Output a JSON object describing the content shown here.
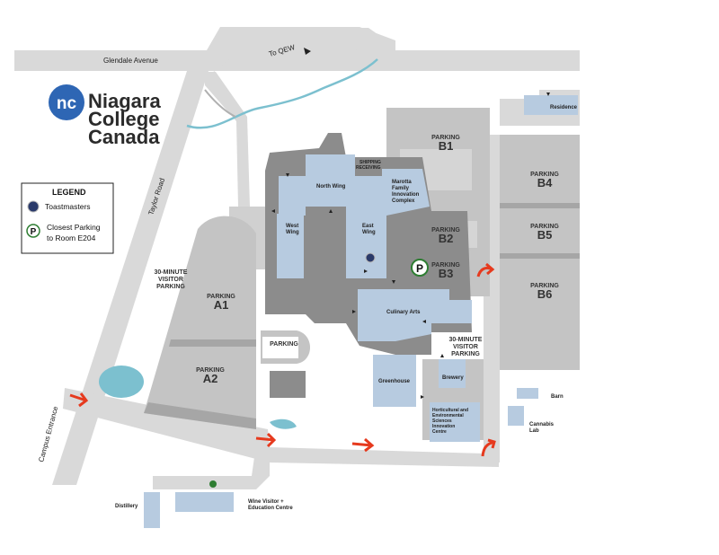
{
  "logo": {
    "badge": "nc",
    "line1": "Niagara",
    "line2": "College",
    "line3": "Canada",
    "brand_color": "#2e66b4"
  },
  "roads": {
    "glendale": "Glendale Avenue",
    "taylor": "Taylor Road",
    "qew": "To QEW",
    "entrance": "Campus Entrance"
  },
  "legend": {
    "title": "LEGEND",
    "toastmasters": "Toastmasters",
    "parking_symbol": "P",
    "parking_line1": "Closest Parking",
    "parking_line2": "to Room E204",
    "parking_color": "#2e7d32"
  },
  "buildings": {
    "north_wing": "North Wing",
    "west_wing_1": "West",
    "west_wing_2": "Wing",
    "east_wing_1": "East",
    "east_wing_2": "Wing",
    "marotta_1": "Marotta",
    "marotta_2": "Family",
    "marotta_3": "Innovation",
    "marotta_4": "Complex",
    "shipping_1": "SHIPPING",
    "shipping_2": "RECEIVING",
    "culinary": "Culinary Arts",
    "greenhouse": "Greenhouse",
    "brewery": "Brewery",
    "hort_1": "Horticultural and",
    "hort_2": "Environmental",
    "hort_3": "Sciences",
    "hort_4": "Innovation",
    "hort_5": "Centre",
    "residence": "Residence",
    "barn": "Barn",
    "cannabis_1": "Cannabis",
    "cannabis_2": "Lab",
    "distillery": "Distillery",
    "wine_1": "Wine Visitor +",
    "wine_2": "Education Centre"
  },
  "parking": {
    "word": "PARKING",
    "a1": "A1",
    "a2": "A2",
    "b1": "B1",
    "b2": "B2",
    "b3": "B3",
    "b4": "B4",
    "b5": "B5",
    "b6": "B6",
    "visitor_1": "30-MINUTE",
    "visitor_2": "VISITOR",
    "visitor_3": "PARKING"
  },
  "colors": {
    "road": "#d9d9d9",
    "lot": "#c4c4c4",
    "lot_dark": "#a6a6a6",
    "building": "#b7cbe0",
    "building_dark": "#8c8c8c",
    "water": "#7cc0cf",
    "arrow": "#e63a1e"
  }
}
